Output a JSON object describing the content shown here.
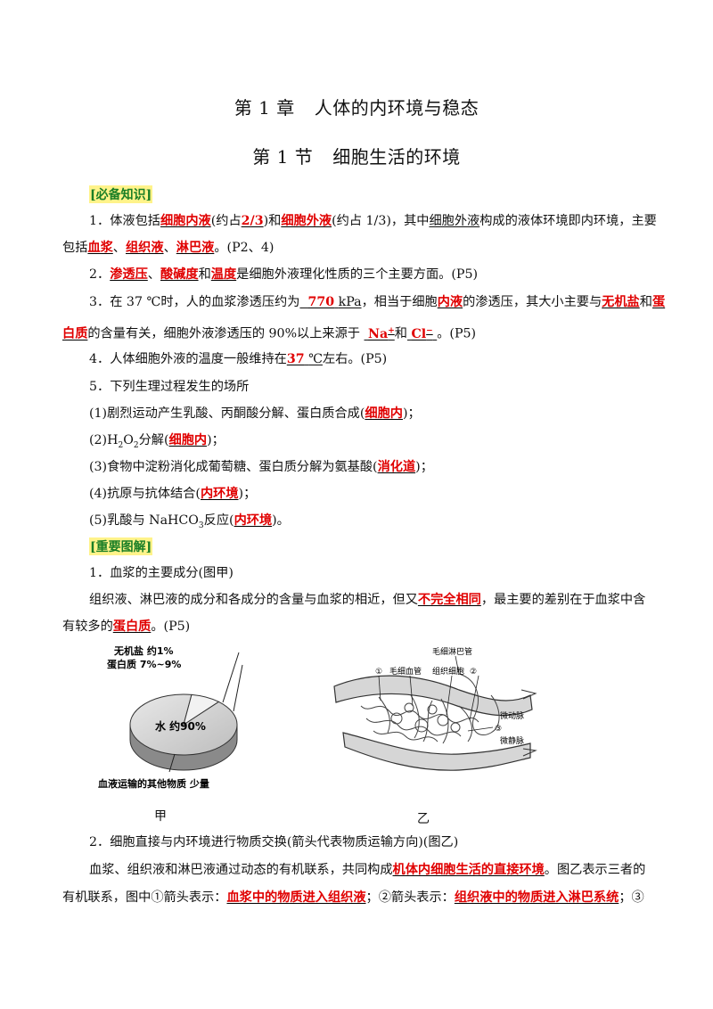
{
  "chapter": {
    "label": "第 1 章",
    "name": "人体的内环境与稳态"
  },
  "section": {
    "label": "第 1 节",
    "name": "细胞生活的环境"
  },
  "sections": {
    "knowledge": "[必备知识]",
    "diagram": "[重要图解]"
  },
  "p1": {
    "a": "1．体液包括",
    "k1": "细胞内液",
    "b": "(约占",
    "k2": "2/3",
    "c": ")和",
    "k3": "细胞外液",
    "d": "(约占 1/3)，其中",
    "u1": "细胞外液",
    "e": "构成的液体环境即内环境，主要"
  },
  "p1b": {
    "a": "包括",
    "k1": "血浆",
    "s1": "、",
    "k2": "组织液",
    "s2": "、",
    "k3": "淋巴液",
    "b": "。(P2、4)"
  },
  "p2": {
    "a": "2．",
    "k1": "渗透压",
    "s1": "、",
    "k2": "酸碱度",
    "s2": "和",
    "k3": "温度",
    "b": "是细胞外液理化性质的三个主要方面。(P5)"
  },
  "p3": {
    "a": "3．在 37 ℃时，人的血浆渗透压约为",
    "k1": "770",
    "u1": "kPa",
    "b": "，相当于细胞",
    "k2": "内液",
    "c": "的渗透压，其大小主要与",
    "k3": "无机盐",
    "d": "和",
    "k4": "蛋"
  },
  "p3b": {
    "k1": "白质",
    "a": "的含量有关，细胞外液渗透压的 90%以上来源于",
    "k2": "Na",
    "sup2": "+",
    "b": "和",
    "k3": "Cl",
    "sup3": "−",
    "c": "。(P5)"
  },
  "p4": {
    "a": "4．人体细胞外液的温度一般维持在",
    "k1": "37",
    "u1": "℃",
    "b": "左右。(P5)"
  },
  "p5": {
    "a": "5．下列生理过程发生的场所"
  },
  "p5a": {
    "a": "(1)剧烈运动产生乳酸、丙酮酸分解、蛋白质合成(",
    "k": "细胞内",
    "b": ")；"
  },
  "p5b": {
    "a": "(2)H",
    "sub": "2",
    "b": "O",
    "sub2": "2",
    "c": "分解(",
    "k": "细胞内",
    "d": ")；"
  },
  "p5c": {
    "a": "(3)食物中淀粉消化成葡萄糖、蛋白质分解为氨基酸(",
    "k": "消化道",
    "b": ")；"
  },
  "p5d": {
    "a": "(4)抗原与抗体结合(",
    "k": "内环境",
    "b": ")；"
  },
  "p5e": {
    "a": "(5)乳酸与 NaHCO",
    "sub": "3",
    "b": "反应(",
    "k": "内环境",
    "c": ")。"
  },
  "d1": {
    "a": "1．血浆的主要成分(图甲)"
  },
  "d1b": {
    "a": "组织液、淋巴液的成分和各成分的含量与血浆的相近，但又",
    "k": "不完全相同",
    "b": "，最主要的差别在于血浆中含"
  },
  "d1c": {
    "a": "有较多的",
    "k": "蛋白质",
    "b": "。(P5)"
  },
  "chart_data": {
    "type": "pie",
    "categories": [
      "水",
      "蛋白质",
      "无机盐",
      "血液运输的其他物质"
    ],
    "labels": [
      "水 约90%",
      "蛋白质 7%~9%",
      "无机盐 约1%",
      "血液运输的其他物质 少量"
    ],
    "values": [
      90,
      8,
      1,
      1
    ]
  },
  "fig2": {
    "top": "毛细淋巴管",
    "l1": "①",
    "l2": "毛细血管",
    "l3": "组织细胞",
    "l4": "②",
    "l5": "③",
    "artery": "微动脉",
    "vein": "微静脉"
  },
  "captions": {
    "jia": "甲",
    "yi": "乙"
  },
  "d2": {
    "a": "2．细胞直接与内环境进行物质交换(箭头代表物质运输方向)(图乙)"
  },
  "d2b": {
    "a": "血浆、组织液和淋巴液通过动态的有机联系，共同构成",
    "k": "机体内细胞生活的直接环境",
    "b": "。图乙表示三者的"
  },
  "d2c": {
    "a": "有机联系，图中①箭头表示：",
    "k1": "血浆中的物质进入组织液",
    "b": "；②箭头表示：",
    "k2": "组织液中的物质进入淋巴系统",
    "c": "；③"
  }
}
